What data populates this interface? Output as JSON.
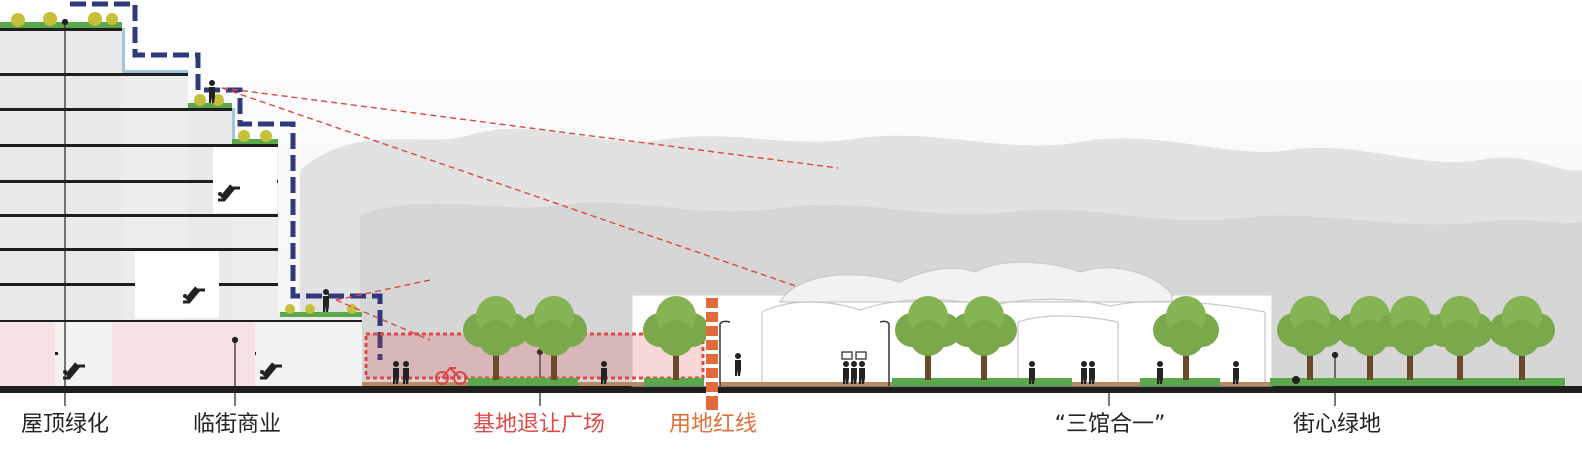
{
  "labels": {
    "roof_greening": "屋顶绿化",
    "street_commerce": "临街商业",
    "setback_plaza": "基地退让广场",
    "red_line": "用地红线",
    "three_in_one": "“三馆合一”",
    "central_green": "街心绿地"
  },
  "colors": {
    "label_default": "#222222",
    "label_setback_plaza": "#e04848",
    "label_red_line": "#e0703a",
    "walkway_dash": "#2e3a7c",
    "sightline": "#d94848",
    "red_line_marker": "#e06a3a",
    "tree_green": "#7ba84a",
    "grass": "#5aa84a",
    "commerce_pink": "#f7e1e3"
  }
}
